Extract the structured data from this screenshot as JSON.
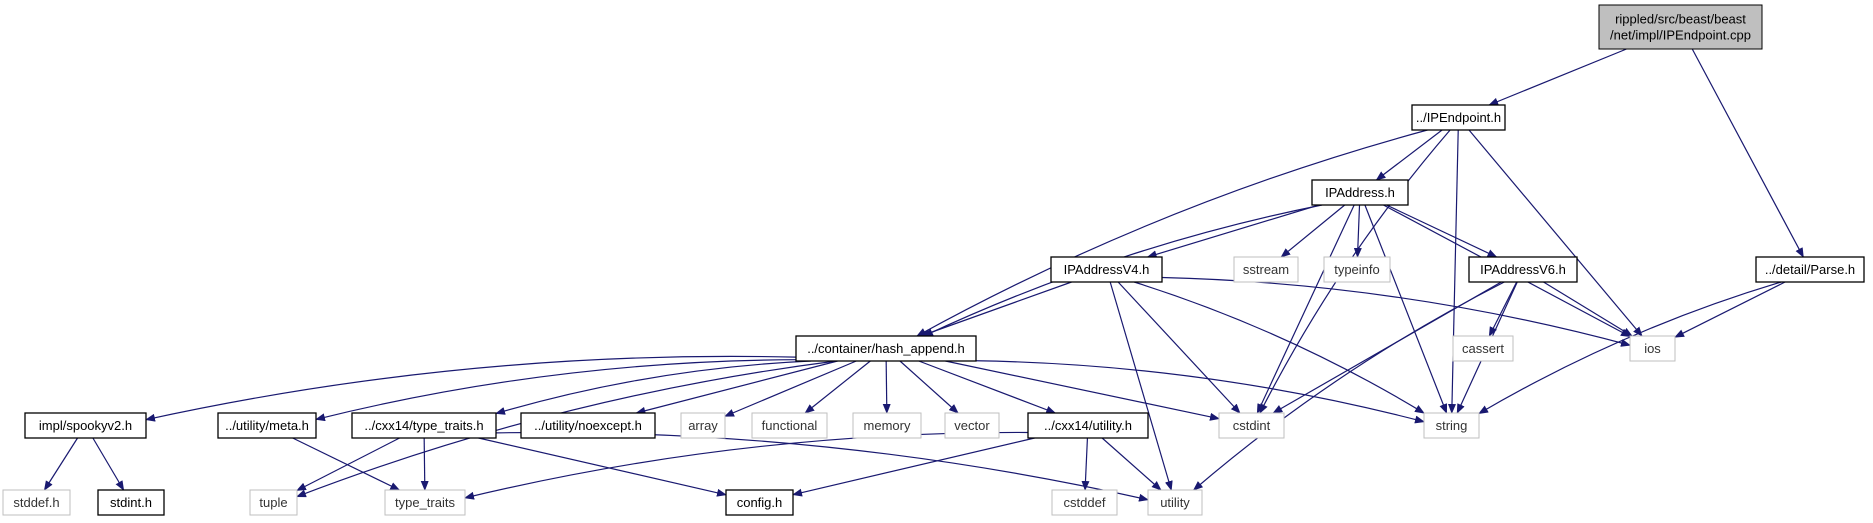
{
  "diagram": {
    "nodes": [
      {
        "id": "root",
        "lines": [
          "rippled/src/beast/beast",
          "/net/impl/IPEndpoint.cpp"
        ],
        "kind": "root"
      },
      {
        "id": "ipendpoint",
        "lines": [
          "../IPEndpoint.h"
        ],
        "kind": "local"
      },
      {
        "id": "parse",
        "lines": [
          "../detail/Parse.h"
        ],
        "kind": "local"
      },
      {
        "id": "ipaddress",
        "lines": [
          "IPAddress.h"
        ],
        "kind": "local"
      },
      {
        "id": "ipaddressv4",
        "lines": [
          "IPAddressV4.h"
        ],
        "kind": "local"
      },
      {
        "id": "sstream",
        "lines": [
          "sstream"
        ],
        "kind": "system"
      },
      {
        "id": "typeinfo",
        "lines": [
          "typeinfo"
        ],
        "kind": "system"
      },
      {
        "id": "ipaddressv6",
        "lines": [
          "IPAddressV6.h"
        ],
        "kind": "local"
      },
      {
        "id": "hash_append",
        "lines": [
          "../container/hash_append.h"
        ],
        "kind": "local"
      },
      {
        "id": "cassert",
        "lines": [
          "cassert"
        ],
        "kind": "system"
      },
      {
        "id": "ios",
        "lines": [
          "ios"
        ],
        "kind": "system"
      },
      {
        "id": "spooky",
        "lines": [
          "impl/spookyv2.h"
        ],
        "kind": "local"
      },
      {
        "id": "meta",
        "lines": [
          "../utility/meta.h"
        ],
        "kind": "local"
      },
      {
        "id": "cxx14_type_traits",
        "lines": [
          "../cxx14/type_traits.h"
        ],
        "kind": "local"
      },
      {
        "id": "noexcept",
        "lines": [
          "../utility/noexcept.h"
        ],
        "kind": "local"
      },
      {
        "id": "array",
        "lines": [
          "array"
        ],
        "kind": "system"
      },
      {
        "id": "functional",
        "lines": [
          "functional"
        ],
        "kind": "system"
      },
      {
        "id": "memory",
        "lines": [
          "memory"
        ],
        "kind": "system"
      },
      {
        "id": "vector",
        "lines": [
          "vector"
        ],
        "kind": "system"
      },
      {
        "id": "cxx14_utility",
        "lines": [
          "../cxx14/utility.h"
        ],
        "kind": "local"
      },
      {
        "id": "cstdint",
        "lines": [
          "cstdint"
        ],
        "kind": "system"
      },
      {
        "id": "string",
        "lines": [
          "string"
        ],
        "kind": "system"
      },
      {
        "id": "stddef_h",
        "lines": [
          "stddef.h"
        ],
        "kind": "system"
      },
      {
        "id": "stdint_h",
        "lines": [
          "stdint.h"
        ],
        "kind": "local"
      },
      {
        "id": "tuple",
        "lines": [
          "tuple"
        ],
        "kind": "system"
      },
      {
        "id": "type_traits",
        "lines": [
          "type_traits"
        ],
        "kind": "system"
      },
      {
        "id": "config",
        "lines": [
          "config.h"
        ],
        "kind": "local"
      },
      {
        "id": "cstddef",
        "lines": [
          "cstddef"
        ],
        "kind": "system"
      },
      {
        "id": "utility",
        "lines": [
          "utility"
        ],
        "kind": "system"
      }
    ],
    "edges": [
      [
        "root",
        "ipendpoint"
      ],
      [
        "root",
        "parse"
      ],
      [
        "ipendpoint",
        "ipaddress"
      ],
      [
        "ipendpoint",
        "hash_append"
      ],
      [
        "ipendpoint",
        "cstdint"
      ],
      [
        "ipendpoint",
        "ios"
      ],
      [
        "ipendpoint",
        "string"
      ],
      [
        "ipaddress",
        "ipaddressv4"
      ],
      [
        "ipaddress",
        "sstream"
      ],
      [
        "ipaddress",
        "typeinfo"
      ],
      [
        "ipaddress",
        "ipaddressv6"
      ],
      [
        "ipaddress",
        "hash_append"
      ],
      [
        "ipaddress",
        "cstdint"
      ],
      [
        "ipaddress",
        "ios"
      ],
      [
        "ipaddress",
        "string"
      ],
      [
        "ipaddressv4",
        "hash_append"
      ],
      [
        "ipaddressv4",
        "cstdint"
      ],
      [
        "ipaddressv4",
        "ios"
      ],
      [
        "ipaddressv4",
        "string"
      ],
      [
        "ipaddressv4",
        "utility"
      ],
      [
        "ipaddressv6",
        "cassert"
      ],
      [
        "ipaddressv6",
        "cstdint"
      ],
      [
        "ipaddressv6",
        "ios"
      ],
      [
        "ipaddressv6",
        "string"
      ],
      [
        "ipaddressv6",
        "utility"
      ],
      [
        "parse",
        "ios"
      ],
      [
        "parse",
        "string"
      ],
      [
        "hash_append",
        "spooky"
      ],
      [
        "hash_append",
        "meta"
      ],
      [
        "hash_append",
        "cxx14_type_traits"
      ],
      [
        "hash_append",
        "noexcept"
      ],
      [
        "hash_append",
        "array"
      ],
      [
        "hash_append",
        "functional"
      ],
      [
        "hash_append",
        "memory"
      ],
      [
        "hash_append",
        "vector"
      ],
      [
        "hash_append",
        "cxx14_utility"
      ],
      [
        "hash_append",
        "cstdint"
      ],
      [
        "hash_append",
        "string"
      ],
      [
        "hash_append",
        "tuple"
      ],
      [
        "spooky",
        "stddef_h"
      ],
      [
        "spooky",
        "stdint_h"
      ],
      [
        "meta",
        "type_traits"
      ],
      [
        "cxx14_type_traits",
        "tuple"
      ],
      [
        "cxx14_type_traits",
        "type_traits"
      ],
      [
        "cxx14_type_traits",
        "config"
      ],
      [
        "cxx14_type_traits",
        "utility"
      ],
      [
        "cxx14_utility",
        "type_traits"
      ],
      [
        "cxx14_utility",
        "config"
      ],
      [
        "cxx14_utility",
        "cstddef"
      ],
      [
        "cxx14_utility",
        "utility"
      ]
    ]
  }
}
